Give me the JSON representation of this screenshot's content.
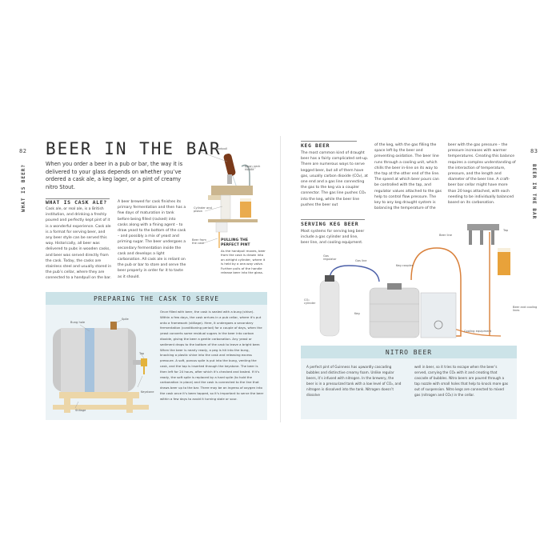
{
  "left_page": {
    "page_number": "82",
    "running_head": "WHAT IS BEER?",
    "title": "BEER IN THE BAR",
    "intro": "When you order a beer in a pub or bar, the way it is delivered to your glass depends on whether you’ve ordered a cask ale, a keg lager, or a pint of creamy nitro Stout.",
    "cask_heading": "WHAT IS CASK ALE?",
    "cask_col1": "Cask ale, or real ale, is a British institution, and drinking a freshly poured and perfectly kept pint of it is a wonderful experience. Cask ale is a format for serving beer, and any beer style can be served this way. Historically, all beer was delivered to pubs in wooden casks, and beer was served directly from the cask. Today, the casks are stainless steel and usually stored in the pub’s cellar, where they are connected to a handpull on the bar.",
    "cask_col2": "A beer brewed for cask finishes its primary fermentation and then has a few days of maturation in tank before being filled (racked) into casks along with a fining agent – to draw yeast to the bottom of the cask – and possibly a mix of yeast and priming sugar. The beer undergoes a secondary fermentation inside the cask and develops a light carbonation. All cask ale is reliant on the pub or bar to store and serve the beer properly in order for it to taste as it should.",
    "handpull_labels": {
      "handpull": "Handpull",
      "swan_neck": "Swan neck nozzle",
      "cylinder": "Cylinder and piston",
      "beer_from_cask": "Beer from the cask"
    },
    "pint_caption_title": "PULLING THE PERFECT PINT",
    "pint_caption": "As the handpull moves, beer from the cask is drawn into an airtight cylinder, where it is held by a one-way valve. Further pulls of the handle release beer into the glass.",
    "box_heading": "PREPARING THE CASK TO SERVE",
    "cask_labels": {
      "bung_hole": "Bung hole",
      "spile": "Spile",
      "tap": "Tap",
      "keystone": "Keystone",
      "stillage": "Stillage"
    },
    "box_text": "Once filled with beer, the cask is sealed with a bung (shive). Within a few days, the cask arrives in a pub cellar, where it’s put onto a framework (stillage). Here, it undergoes a secondary fermentation (conditioning period) for a couple of days, when the yeast converts some residual sugars in the beer into carbon dioxide, giving the beer a gentle carbonation. Any yeast or sediment drops to the bottom of the cask to leave a bright beer.\n    When the beer is nearly ready, a peg is hit into the bung, knocking a plastic shive into the cask and releasing excess pressure. A soft, porous spile is put into the bung, venting the cask, and the tap is inserted through the keystone. The beer is then left for 24 hours, after which it’s checked and tasted. If it’s ready, the soft spile is replaced by a hard spile (to hold the carbonation in place) and the cask is connected to the line that draws beer up to the bar. There may be an ingress of oxygen into the cask once it’s been tapped, so it’s important to serve the beer within a few days to avoid it turning stale or sour."
  },
  "right_page": {
    "page_number": "83",
    "running_head": "BEER IN THE BAR",
    "keg_heading": "KEG BEER",
    "keg_col1": "The most common kind of draught beer has a fairly complicated set-up. There are numerous ways to serve kegged beer, but all of them have gas, usually carbon dioxide (CO₂), at one end and a gas line connecting the gas to the keg via a coupler connector. The gas line pushes CO₂ into the keg, while the beer line pushes the beer out",
    "keg_col2": "of the keg, with the gas filling the space left by the beer and preventing oxidation. The beer line runs through a cooling unit, which chills the beer in-line on its way to the tap at the other end of the line.\n    The speed at which beer pours can be controlled with the tap, and regulator values attached to the gas help to control flow pressure. The key to any keg draught system is balancing the temperature of the",
    "keg_col3": "beer with the gas pressure – the pressure increases with warmer temperatures. Creating this balance requires a complex understanding of the interaction of temperature, pressure, and the length and diameter of the beer line. A craft-beer bar cellar might have more than 20 kegs attached, with each needing to be individually balanced based on its carbonation.",
    "serving_heading": "SERVING KEG BEER",
    "serving_text": "Most systems for serving keg beer include a gas cylinder and line, beer line, and cooling equipment.",
    "diagram_labels": {
      "tap": "Tap",
      "beer_line": "Beer line",
      "gas_regulator": "Gas regulator",
      "gas_line": "Gas line",
      "keg_coupler": "Keg coupler",
      "co2_cylinder": "CO₂ cylinder",
      "keg": "Keg",
      "beer_and_cooling_lines": "Beer and cooling lines",
      "cooling_equipment": "Cooling equipment"
    },
    "nitro_heading": "NITRO BEER",
    "nitro_col1": "A perfect pint of Guinness has upwardly cascading bubbles and distinctive creamy foam. Unlike regular beers, it’s infused with nitrogen. In the brewery, the beer is in a pressurized tank with a low level of CO₂, and nitrogen is dissolved into the tank. Nitrogen doesn’t dissolve",
    "nitro_col2": "well in beer, so it tries to escape when the beer’s served, carrying the CO₂ with it and creating that cascade of bubbles. Nitro beers are poured through a tap nozzle with small holes that help to knock more gas out of suspension. Nitro kegs are connected to mixed gas (nitrogen and CO₂) in the cellar."
  },
  "colors": {
    "box_bg": "#ecf3f6",
    "box_header": "#cce3e8",
    "beer_line": "#d9803a",
    "gas_line": "#4b5fa8"
  }
}
